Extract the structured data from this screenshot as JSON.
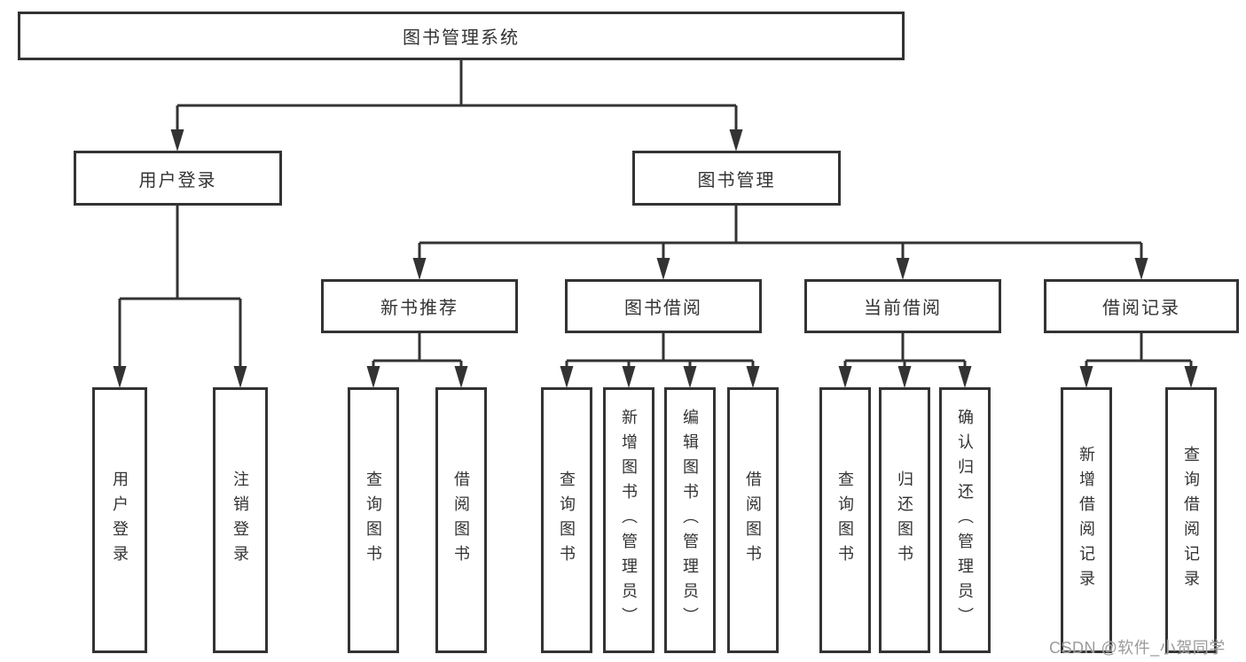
{
  "diagram": {
    "nodes": {
      "root": {
        "label": "图书管理系统"
      },
      "user_login": {
        "label": "用户登录"
      },
      "book_mgmt": {
        "label": "图书管理"
      },
      "login": {
        "label": "用户登录"
      },
      "logout": {
        "label": "注销登录"
      },
      "new_rec": {
        "label": "新书推荐"
      },
      "borrow": {
        "label": "图书借阅"
      },
      "current": {
        "label": "当前借阅"
      },
      "records": {
        "label": "借阅记录"
      },
      "rec_query": {
        "label": "查询图书"
      },
      "rec_borrow": {
        "label": "借阅图书"
      },
      "bor_query": {
        "label": "查询图书"
      },
      "bor_add": {
        "label": "新增图书（管理员）"
      },
      "bor_edit": {
        "label": "编辑图书（管理员）"
      },
      "bor_borrow": {
        "label": "借阅图书"
      },
      "cur_query": {
        "label": "查询图书"
      },
      "cur_return": {
        "label": "归还图书"
      },
      "cur_confirm": {
        "label": "确认归还（管理员）"
      },
      "recd_add": {
        "label": "新增借阅记录"
      },
      "recd_query": {
        "label": "查询借阅记录"
      }
    },
    "edges": [
      [
        "root",
        "user_login"
      ],
      [
        "root",
        "book_mgmt"
      ],
      [
        "user_login",
        "login"
      ],
      [
        "user_login",
        "logout"
      ],
      [
        "book_mgmt",
        "new_rec"
      ],
      [
        "book_mgmt",
        "borrow"
      ],
      [
        "book_mgmt",
        "current"
      ],
      [
        "book_mgmt",
        "records"
      ],
      [
        "new_rec",
        "rec_query"
      ],
      [
        "new_rec",
        "rec_borrow"
      ],
      [
        "borrow",
        "bor_query"
      ],
      [
        "borrow",
        "bor_add"
      ],
      [
        "borrow",
        "bor_edit"
      ],
      [
        "borrow",
        "bor_borrow"
      ],
      [
        "current",
        "cur_query"
      ],
      [
        "current",
        "cur_return"
      ],
      [
        "current",
        "cur_confirm"
      ],
      [
        "records",
        "recd_add"
      ],
      [
        "records",
        "recd_query"
      ]
    ],
    "watermark": "CSDN @软件_小贺同学",
    "colors": {
      "line": "#333333",
      "text": "#333333",
      "watermark": "#9b9b9b",
      "background": "#ffffff"
    }
  }
}
